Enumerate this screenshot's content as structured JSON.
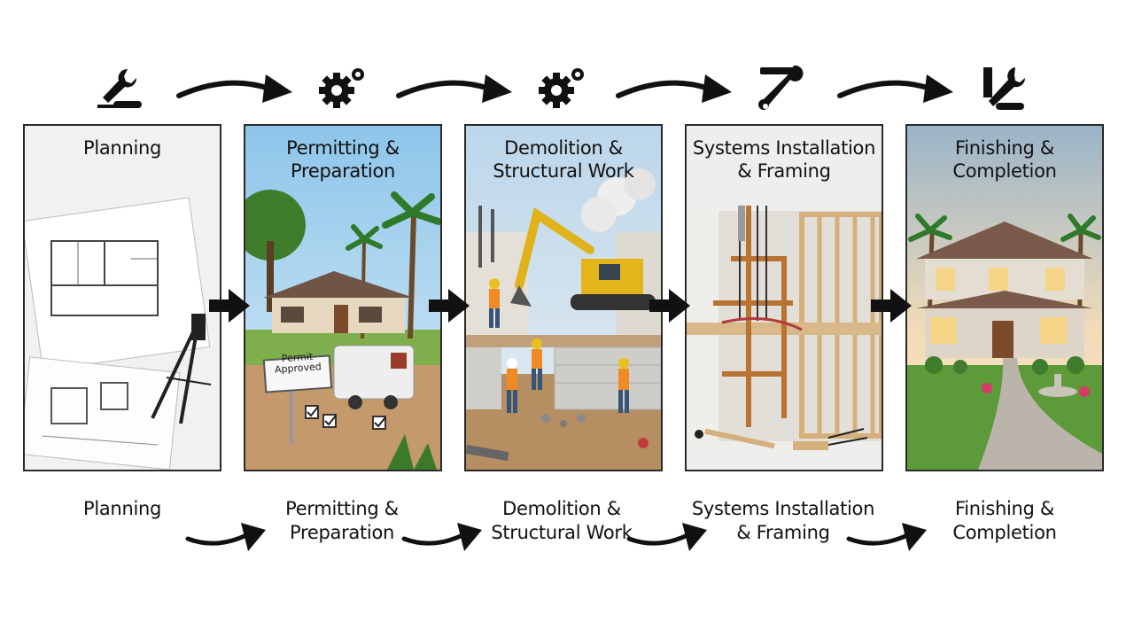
{
  "stages": [
    {
      "title": "Planning",
      "label": "Planning",
      "icon": "wrench-pen-icon"
    },
    {
      "title": "Permitting &\nPreparation",
      "label": "Permitting &\nPreparation",
      "icon": "gears-icon"
    },
    {
      "title": "Demolition &\nStructural Work",
      "label": "Demolition &\nStructural Work",
      "icon": "gears-icon"
    },
    {
      "title": "Systems Installation\n& Framing",
      "label": "Systems Installation\n& Framing",
      "icon": "wrench-screwdriver-icon"
    },
    {
      "title": "Finishing &\nCompletion",
      "label": "Finishing &\nCompletion",
      "icon": "tools-crossed-icon"
    }
  ],
  "sign": "Permit\nApproved",
  "colors": {
    "arrow": "#111111",
    "border": "#2a2a2a"
  }
}
